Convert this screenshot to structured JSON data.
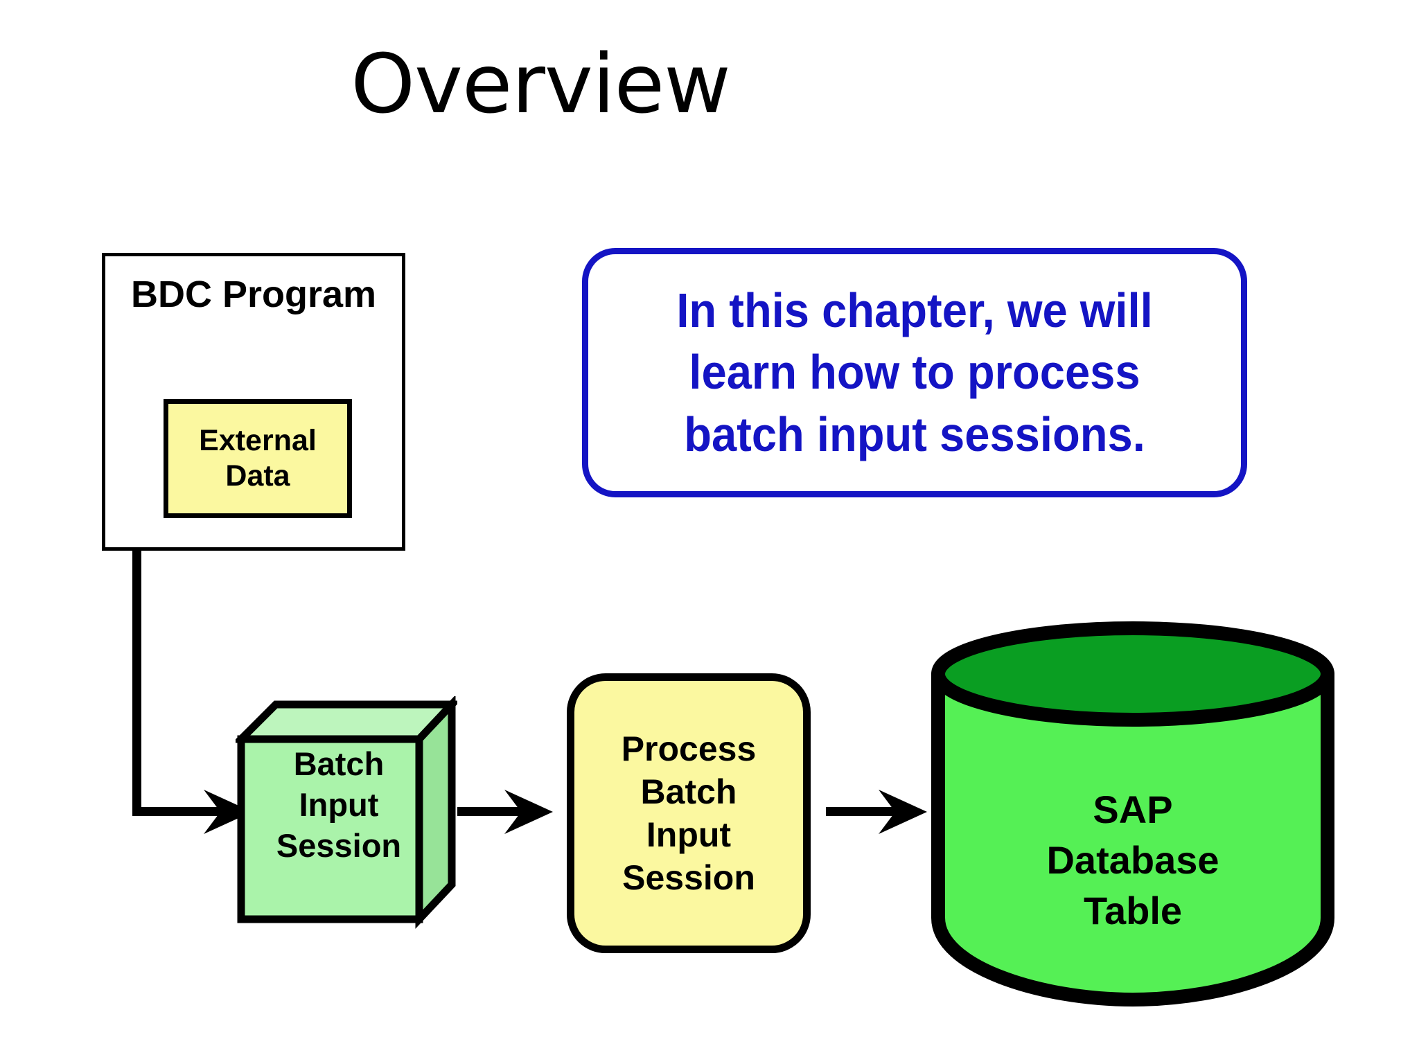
{
  "slide": {
    "title": "Overview",
    "background_color": "#ffffff"
  },
  "colors": {
    "callout_blue": "#1414c4",
    "pale_yellow": "#fbf8a0",
    "cube_front_green": "#aaf3aa",
    "cube_top_green": "#bdf5bd",
    "cube_side_green": "#97e398",
    "cylinder_body_green": "#55f055",
    "cylinder_top_green": "#0a9e22",
    "outline_black": "#000000"
  },
  "bdc_program": {
    "title": "BDC\nProgram",
    "external_data_label": "External\nData"
  },
  "callout": {
    "text": "In this chapter, we will learn how to process batch input sessions."
  },
  "flow": {
    "batch_cube_label": "Batch\nInput\nSession",
    "process_box_label": "Process\nBatch\nInput\nSession",
    "database_label": "SAP\nDatabase\nTable"
  },
  "chart_data": {
    "type": "diagram",
    "title": "Overview",
    "nodes": [
      {
        "id": "bdc-program",
        "label": "BDC Program",
        "shape": "rectangle",
        "fill": "#ffffff"
      },
      {
        "id": "external-data",
        "label": "External Data",
        "shape": "rectangle",
        "fill": "#fbf8a0",
        "parent": "bdc-program"
      },
      {
        "id": "batch-session",
        "label": "Batch Input Session",
        "shape": "cube-3d",
        "fill": "#aaf3aa"
      },
      {
        "id": "process-batch",
        "label": "Process Batch Input Session",
        "shape": "rounded-rectangle",
        "fill": "#fbf8a0"
      },
      {
        "id": "sap-db",
        "label": "SAP Database Table",
        "shape": "cylinder",
        "fill": "#55f055"
      },
      {
        "id": "callout",
        "label": "In this chapter, we will learn how to process batch input sessions.",
        "shape": "rounded-callout",
        "fill": "#ffffff"
      }
    ],
    "edges": [
      {
        "from": "bdc-program",
        "to": "batch-session",
        "style": "elbow-arrow"
      },
      {
        "from": "batch-session",
        "to": "process-batch",
        "style": "arrow"
      },
      {
        "from": "process-batch",
        "to": "sap-db",
        "style": "arrow"
      }
    ]
  }
}
